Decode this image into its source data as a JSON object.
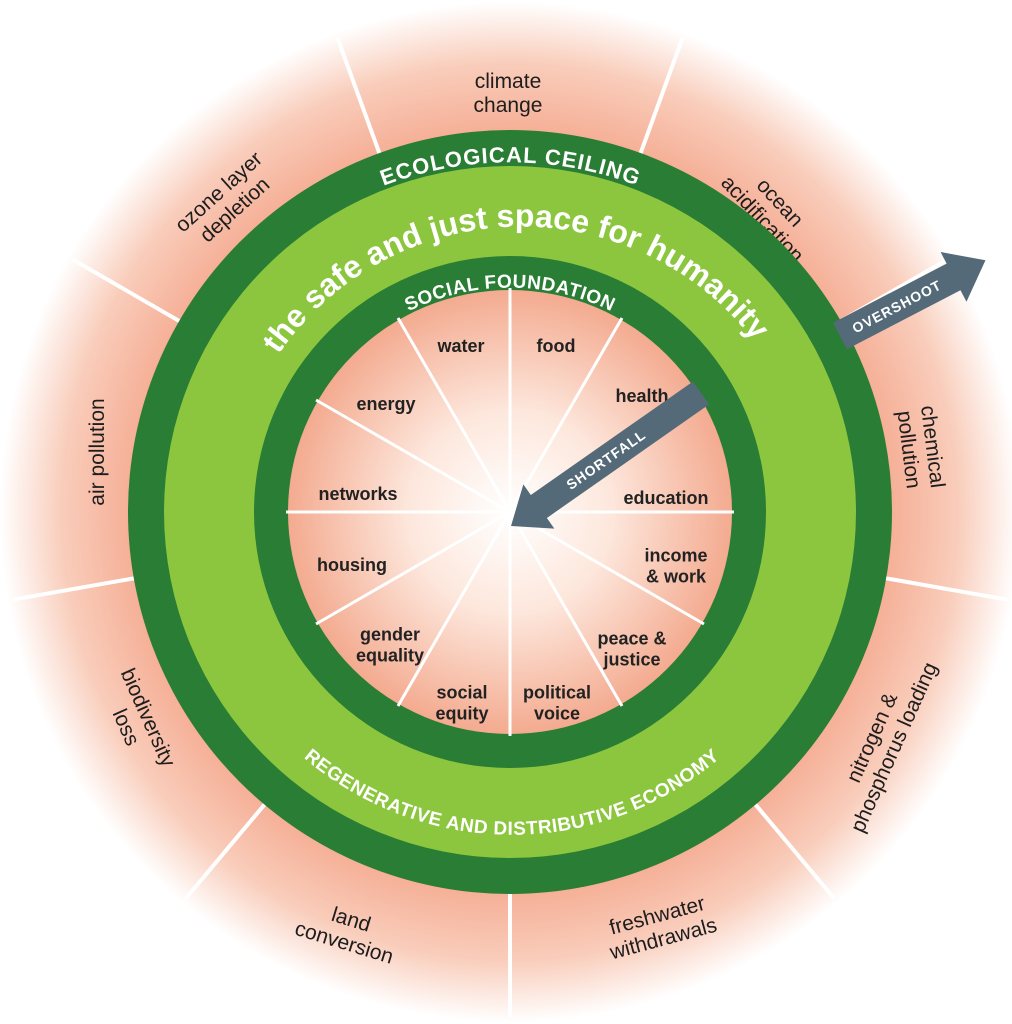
{
  "colors": {
    "outer_glow": "#f4a58a",
    "dark_green": "#2a7d34",
    "light_green": "#8cc63f",
    "arrow": "#546a78",
    "divider": "#ffffff"
  },
  "ecological_ceiling": {
    "title": "ECOLOGICAL CEILING",
    "dimensions": [
      {
        "lines": [
          "climate",
          "change"
        ]
      },
      {
        "lines": [
          "ocean",
          "acidification"
        ]
      },
      {
        "lines": [
          "chemical",
          "pollution"
        ]
      },
      {
        "lines": [
          "nitrogen &",
          "phosphorus loading"
        ]
      },
      {
        "lines": [
          "freshwater",
          "withdrawals"
        ]
      },
      {
        "lines": [
          "land",
          "conversion"
        ]
      },
      {
        "lines": [
          "biodiversity",
          "loss"
        ]
      },
      {
        "lines": [
          "air pollution"
        ]
      },
      {
        "lines": [
          "ozone layer",
          "depletion"
        ]
      }
    ]
  },
  "safe_space": {
    "title": "the safe and just space for humanity"
  },
  "social_foundation": {
    "title": "SOCIAL FOUNDATION",
    "dimensions": [
      {
        "lines": [
          "food"
        ]
      },
      {
        "lines": [
          "health"
        ]
      },
      {
        "lines": [
          "education"
        ]
      },
      {
        "lines": [
          "income",
          "& work"
        ]
      },
      {
        "lines": [
          "peace &",
          "justice"
        ]
      },
      {
        "lines": [
          "political",
          "voice"
        ]
      },
      {
        "lines": [
          "social",
          "equity"
        ]
      },
      {
        "lines": [
          "gender",
          "equality"
        ]
      },
      {
        "lines": [
          "housing"
        ]
      },
      {
        "lines": [
          "networks"
        ]
      },
      {
        "lines": [
          "energy"
        ]
      },
      {
        "lines": [
          "water"
        ]
      }
    ]
  },
  "economy": {
    "title": "REGENERATIVE AND DISTRIBUTIVE ECONOMY"
  },
  "arrows": {
    "overshoot": "OVERSHOOT",
    "shortfall": "SHORTFALL"
  }
}
